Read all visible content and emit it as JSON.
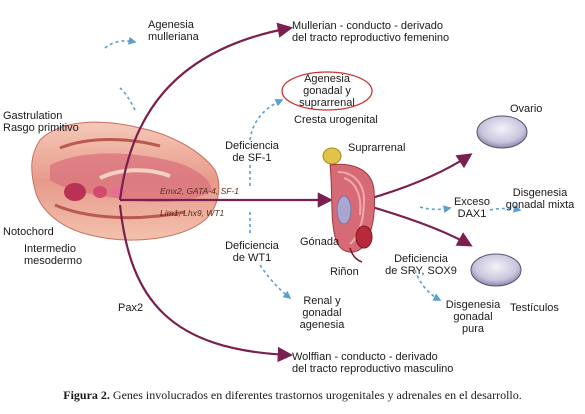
{
  "labels": {
    "agenesia_mulleriana": "Agenesia\nmulleriana",
    "mulleriana_conducto": "Mullerian - conducto - derivado\ndel tracto reproductivo femenino",
    "agenesia_gonadal": "Agenesia\ngonadal y\nsuprarrenal",
    "cresta": "Cresta urogenital",
    "ovario": "Ovario",
    "gastrulation": "Gastrulation\nRasgo primitivo",
    "def_sf1": "Deficiencia\nde SF-1",
    "suprarrenal": "Suprarrenal",
    "genes_top": "Emx2, GATA-4, SF-1",
    "genes_bottom": "Lim1, Lhx9, WT1",
    "exceso_dax1": "Exceso\nDAX1",
    "disgenesia_mixta": "Disgenesia\ngonadal mixta",
    "notochord": "Notochord",
    "intermedio": "Intermedio\nmesodermo",
    "def_wt1": "Deficiencia\nde WT1",
    "gonada": "Gónada",
    "rinon": "Riñon",
    "def_sry": "Deficiencia\nde SRY, SOX9",
    "pax2": "Pax2",
    "renal_agenesia": "Renal y\ngonadal\nagenesia",
    "disgenesia_pura": "Disgenesia\ngonadal\npura",
    "testiculos": "Testículos",
    "wolffian": "Wolffian - conducto - derivado\ndel tracto reproductivo masculino"
  },
  "caption": {
    "prefix": "Figura 2.",
    "text": " Genes involucrados en diferentes trastornos urogenitales y adrenales en el desarrollo."
  },
  "colors": {
    "arrow": "#7a1f4f",
    "dashed": "#5aa0cc",
    "oval": "#cc3333"
  }
}
